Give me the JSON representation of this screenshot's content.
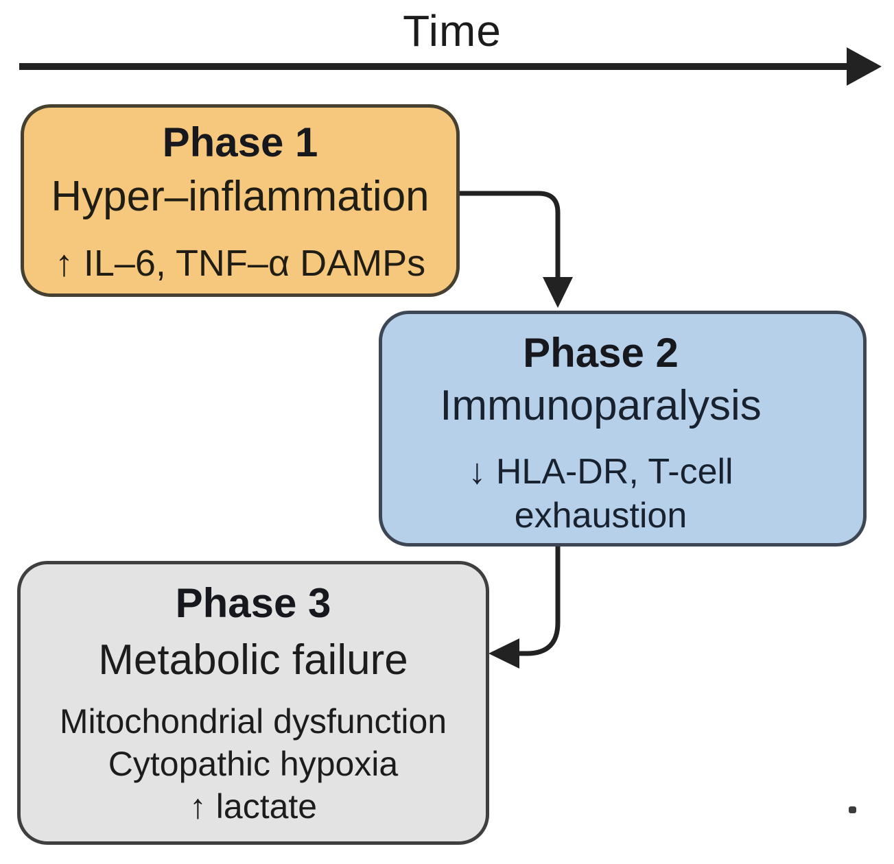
{
  "timeline": {
    "label": "Time"
  },
  "phases": [
    {
      "heading": "Phase 1",
      "name": "Hyper–inflammation",
      "details": [
        "↑ IL–6, TNF–α DAMPs"
      ],
      "fill": "#F6C87D",
      "border": "#45402f",
      "text_color": "#201d15"
    },
    {
      "heading": "Phase 2",
      "name": "Immunoparalysis",
      "details": [
        "↓ HLA-DR, T-cell",
        "exhaustion"
      ],
      "fill": "#B6D0E9",
      "border": "#3d4654",
      "text_color": "#18212e"
    },
    {
      "heading": "Phase 3",
      "name": "Metabolic failure",
      "details": [
        "Mitochondrial dysfunction",
        "Cytopathic hypoxia",
        "↑ lactate"
      ],
      "fill": "#E3E3E3",
      "border": "#3f3f3f",
      "text_color": "#1c1c1c"
    }
  ],
  "connectors": {
    "flow_1_to_2": "Phase 1 to Phase 2",
    "flow_2_to_3": "Phase 2 to Phase 3"
  },
  "colors": {
    "background": "#ffffff",
    "line": "#222222"
  }
}
